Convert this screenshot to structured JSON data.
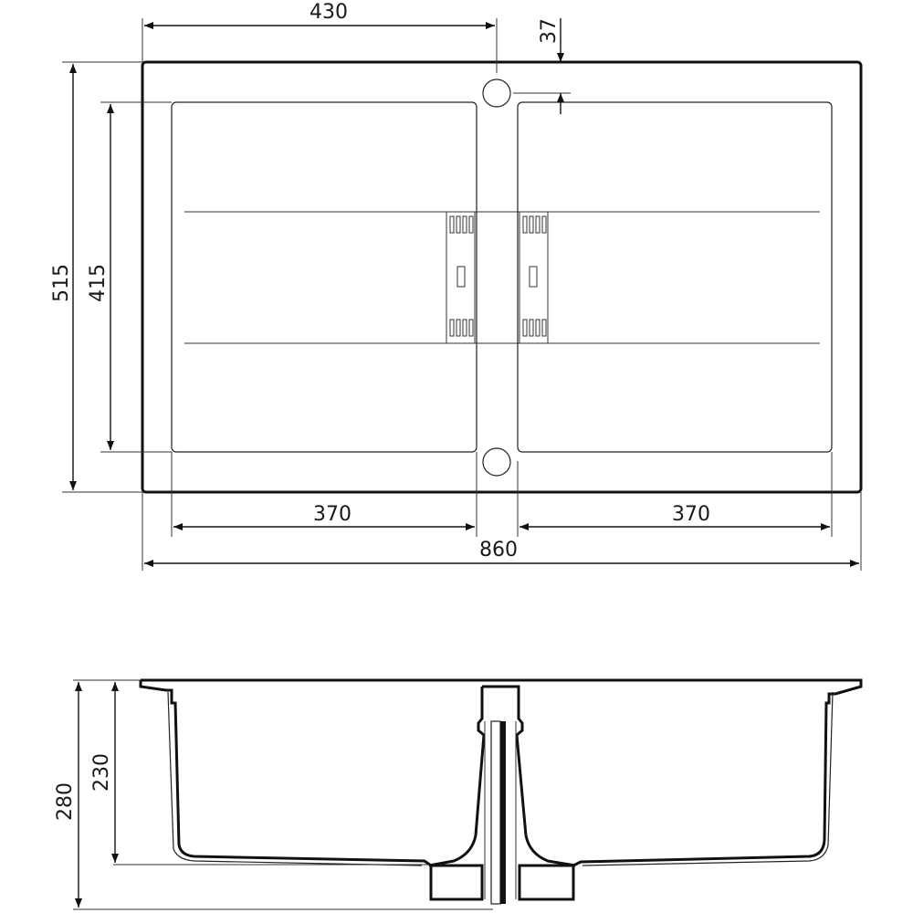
{
  "drawing": {
    "top_view": {
      "dimensions": {
        "half_width": "430",
        "drain_offset": "37",
        "overall_depth": "515",
        "bowl_depth": "415",
        "left_bowl_width": "370",
        "right_bowl_width": "370",
        "overall_width": "860"
      }
    },
    "side_view": {
      "dimensions": {
        "overall_height": "280",
        "bowl_height": "230"
      }
    }
  }
}
